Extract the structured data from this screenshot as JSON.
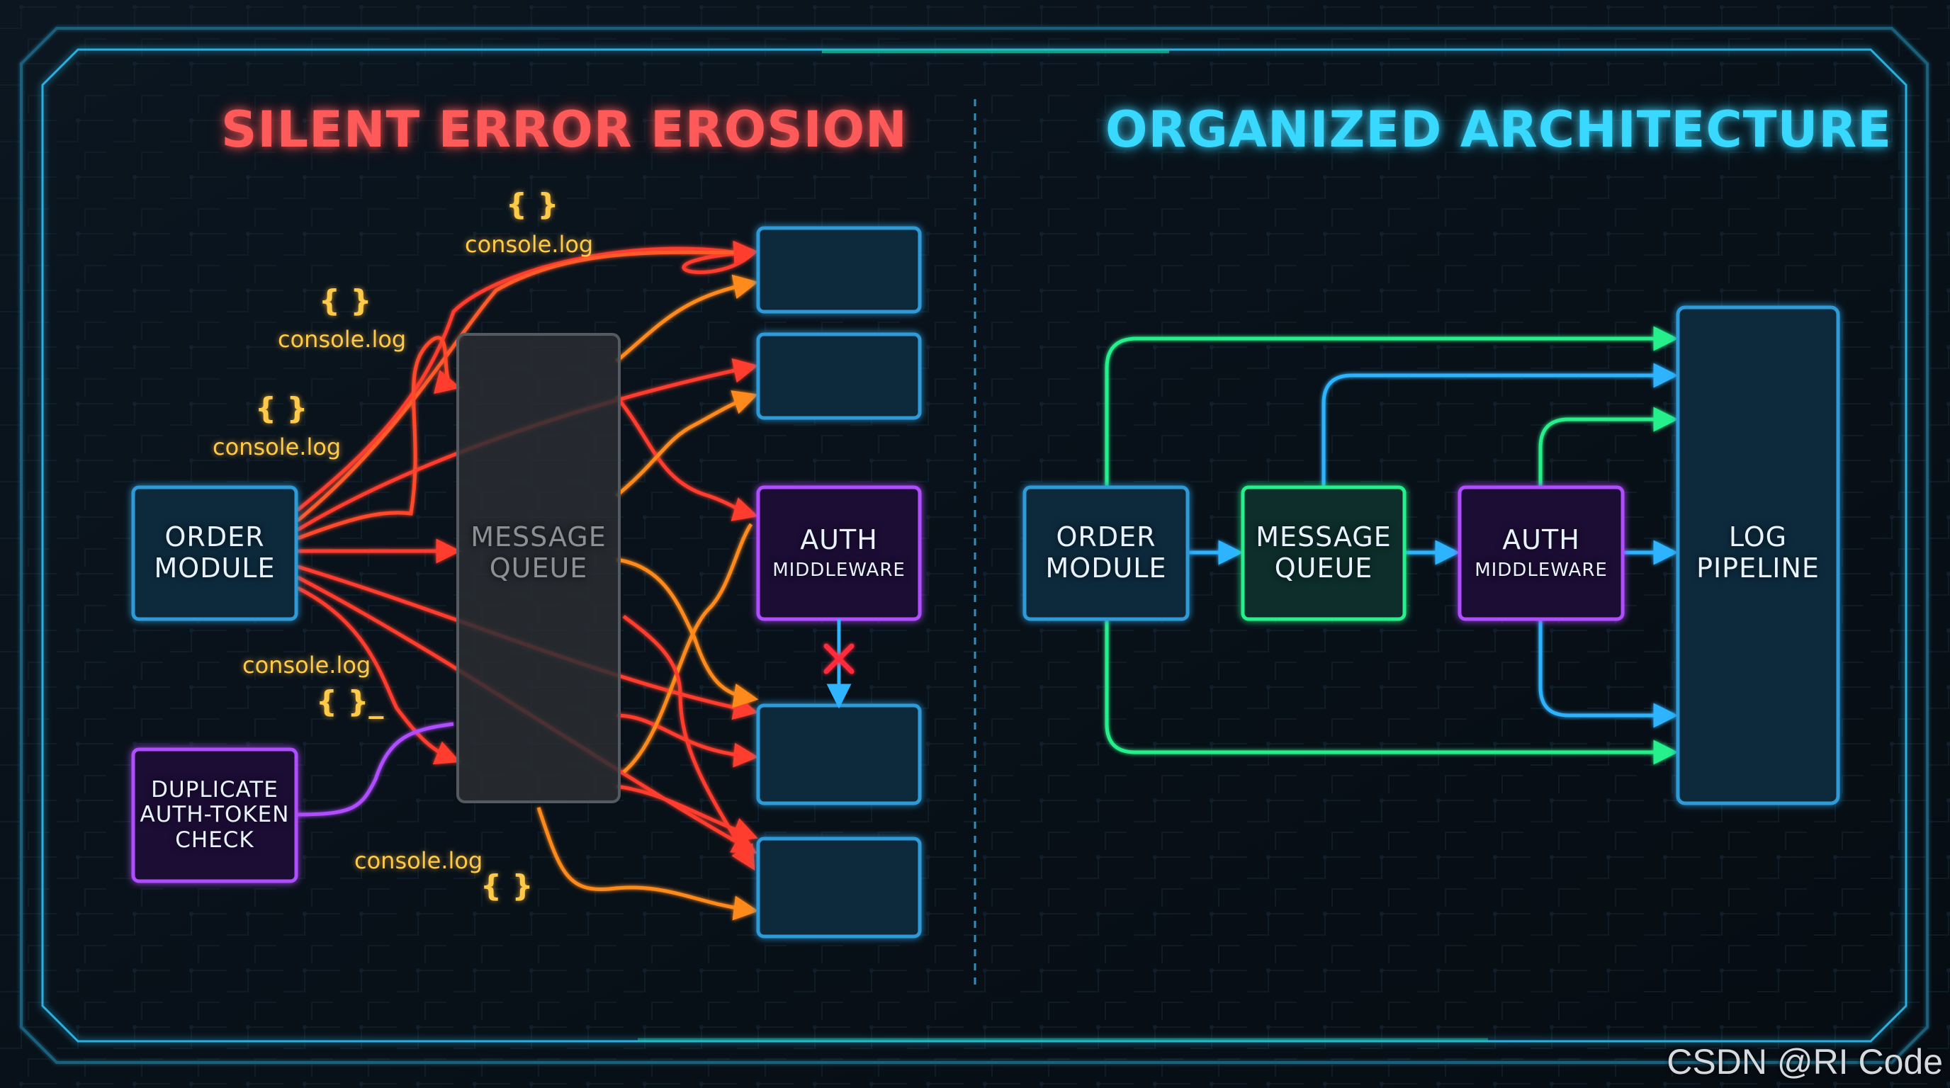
{
  "left_panel": {
    "title": "SILENT ERROR EROSION",
    "order_module": {
      "line1": "ORDER",
      "line2": "MODULE"
    },
    "message_queue": {
      "line1": "MESSAGE",
      "line2": "QUEUE"
    },
    "auth_middleware": {
      "line1": "AUTH",
      "line2": "MIDDLEWARE"
    },
    "duplicate_check": {
      "line1": "DUPLICATE",
      "line2": "AUTH-TOKEN",
      "line3": "CHECK"
    },
    "annotations": {
      "log1": "console.log",
      "log2": "console.log",
      "log3": "console.log",
      "log4": "console.log",
      "log5": "console.log",
      "brace1": "{ }",
      "brace2": "{ }",
      "brace3": "{ }",
      "brace4": "{ }_",
      "brace5": "{ }"
    }
  },
  "right_panel": {
    "title": "ORGANIZED ARCHITECTURE",
    "order_module": {
      "line1": "ORDER",
      "line2": "MODULE"
    },
    "message_queue": {
      "line1": "MESSAGE",
      "line2": "QUEUE"
    },
    "auth_middleware": {
      "line1": "AUTH",
      "line2": "MIDDLEWARE"
    },
    "log_pipeline": {
      "line1": "LOG",
      "line2": "PIPELINE"
    }
  },
  "watermark": "CSDN @RI Code",
  "colors": {
    "cyan": "#39d8ff",
    "blue": "#2a8cff",
    "green": "#28f08c",
    "purple": "#b04dff",
    "red": "#ff3c2e",
    "orange": "#ff8a1f",
    "yellow": "#ffc94a"
  }
}
